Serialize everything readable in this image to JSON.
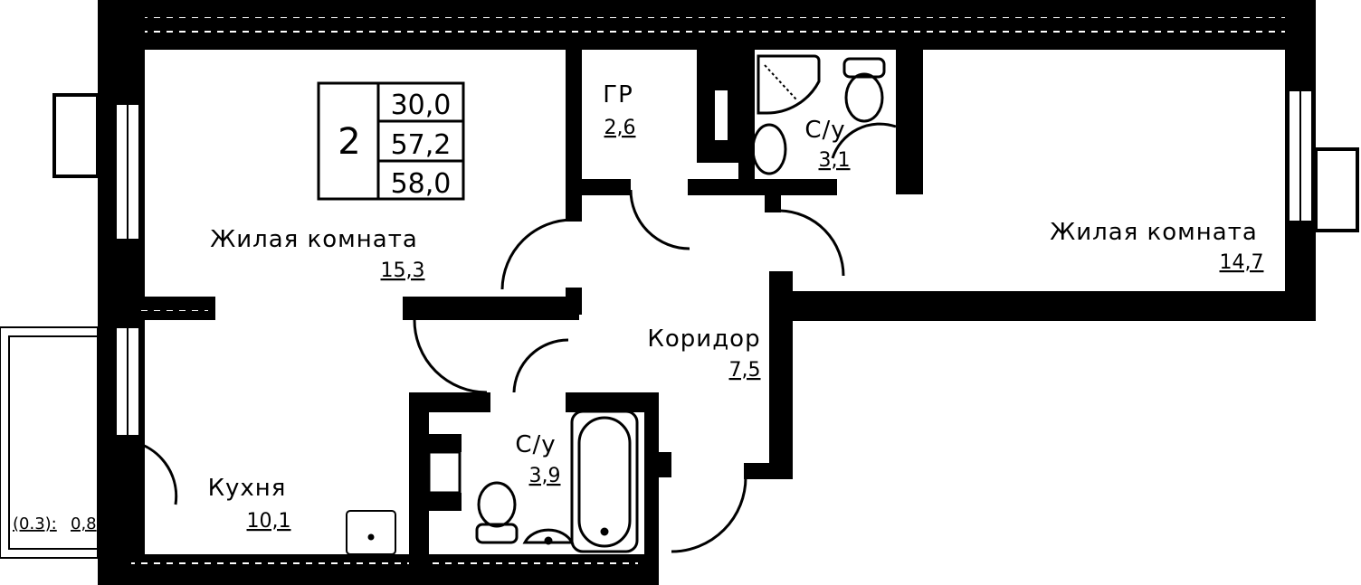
{
  "summary": {
    "rooms_count": "2",
    "living_area": "30,0",
    "total_area": "57,2",
    "total_area_with_balcony": "58,0"
  },
  "rooms": {
    "living_left": {
      "name": "Жилая комната",
      "area": "15,3"
    },
    "storage": {
      "name": "ГР",
      "area": "2,6"
    },
    "bath_top": {
      "name": "С/у",
      "area": "3,1"
    },
    "living_right": {
      "name": "Жилая комната",
      "area": "14,7"
    },
    "corridor": {
      "name": "Коридор",
      "area": "7,5"
    },
    "bath_bottom": {
      "name": "С/у",
      "area": "3,9"
    },
    "kitchen": {
      "name": "Кухня",
      "area": "10,1"
    }
  },
  "balcony": {
    "coef": "(0.3):",
    "area": "0,8"
  },
  "colors": {
    "wall": "#000000",
    "background": "#ffffff"
  }
}
